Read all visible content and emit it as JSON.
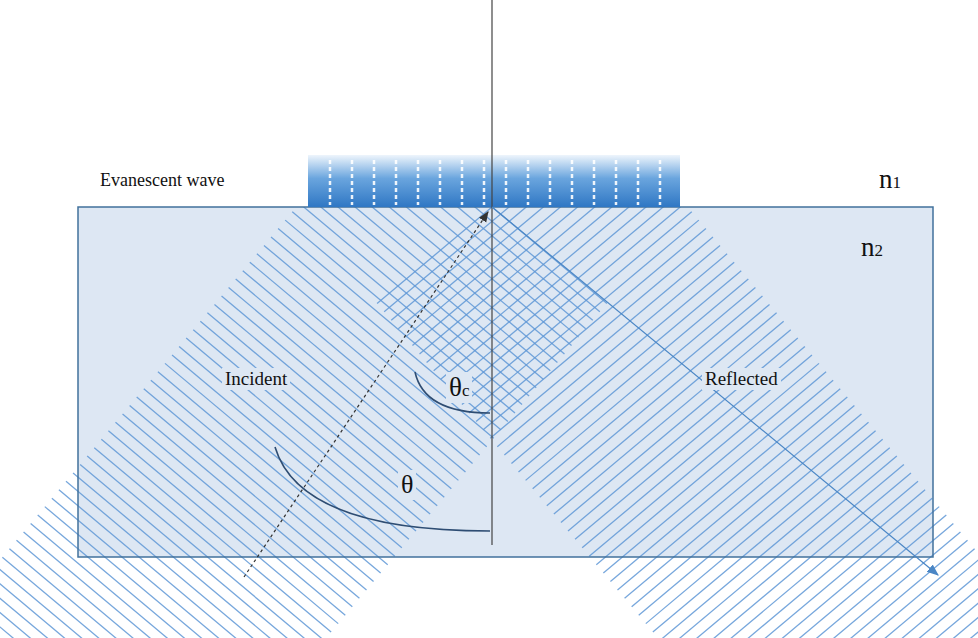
{
  "diagram": {
    "labels": [
      "Evanescent wave",
      "n1",
      "n2",
      "Incident",
      "Reflected",
      "θc",
      "θ"
    ]
  }
}
